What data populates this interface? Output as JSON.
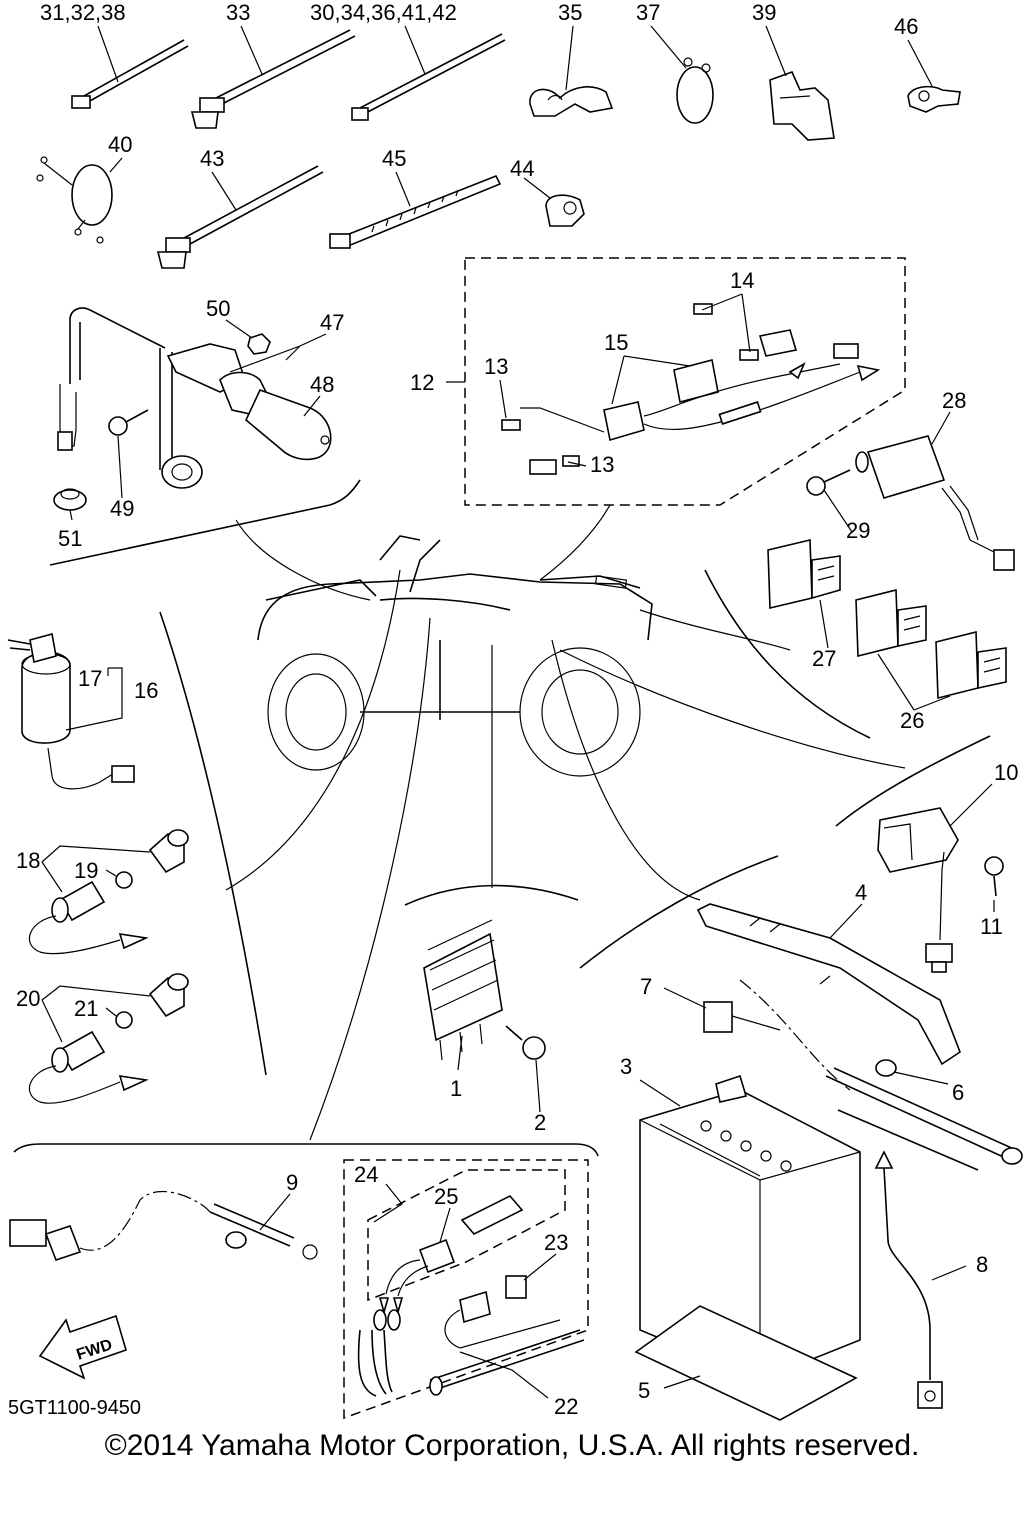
{
  "labels": {
    "l_31_32_38": "31,32,38",
    "l_33": "33",
    "l_30_34_36_41_42": "30,34,36,41,42",
    "l_35": "35",
    "l_37": "37",
    "l_39": "39",
    "l_46": "46",
    "l_40": "40",
    "l_43": "43",
    "l_45": "45",
    "l_44": "44",
    "l_50": "50",
    "l_47": "47",
    "l_48": "48",
    "l_49": "49",
    "l_51": "51",
    "l_14": "14",
    "l_15": "15",
    "l_12": "12",
    "l_13a": "13",
    "l_13b": "13",
    "l_28": "28",
    "l_29": "29",
    "l_27": "27",
    "l_26": "26",
    "l_17": "17",
    "l_16": "16",
    "l_18": "18",
    "l_19": "19",
    "l_20": "20",
    "l_21": "21",
    "l_10": "10",
    "l_11": "11",
    "l_4": "4",
    "l_7": "7",
    "l_1": "1",
    "l_2": "2",
    "l_3": "3",
    "l_6": "6",
    "l_9": "9",
    "l_24": "24",
    "l_25": "25",
    "l_23": "23",
    "l_22": "22",
    "l_8": "8",
    "l_5": "5"
  },
  "fwd_text": "FWD",
  "diagram_code": "5GT1100-9450",
  "copyright": "©2014 Yamaha Motor Corporation, U.S.A. All rights reserved."
}
